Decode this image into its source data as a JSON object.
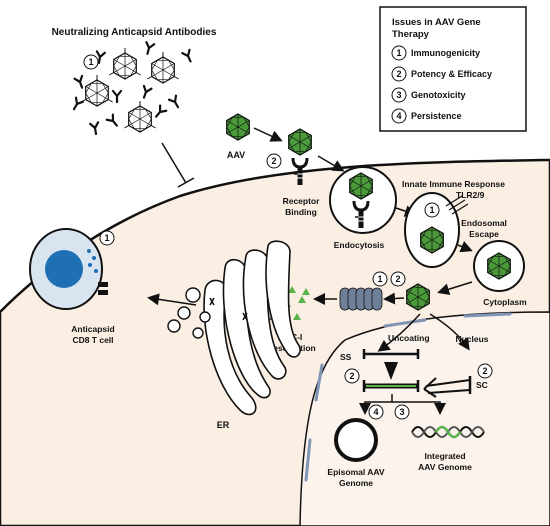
{
  "title": "Neutralizing Anticapsid Antibodies",
  "legend": {
    "heading_line1": "Issues in AAV Gene",
    "heading_line2": "Therapy",
    "items": [
      {
        "num": "1",
        "label": "Immunogenicity"
      },
      {
        "num": "2",
        "label": "Potency & Efficacy"
      },
      {
        "num": "3",
        "label": "Genotoxicity"
      },
      {
        "num": "4",
        "label": "Persistence"
      }
    ]
  },
  "labels": {
    "aav": "AAV",
    "receptor_binding_1": "Receptor",
    "receptor_binding_2": "Binding",
    "endocytosis": "Endocytosis",
    "innate_1": "Innate Immune Response",
    "innate_2": "TLR2/9",
    "endosomal_1": "Endosomal",
    "endosomal_2": "Escape",
    "cytoplasm": "Cytoplasm",
    "uncoating": "Uncoating",
    "nucleus": "Nucleus",
    "ss": "SS",
    "sc": "SC",
    "episomal_1": "Episomal AAV",
    "episomal_2": "Genome",
    "integrated_1": "Integrated",
    "integrated_2": "AAV Genome",
    "mhc_1": "MHC-I",
    "mhc_2": "Presentation",
    "er": "ER",
    "tcell_1": "Anticapsid",
    "tcell_2": "CD8 T cell"
  },
  "markers": {
    "antibody_region": "1",
    "receptor": "2",
    "innate": "1",
    "proteasome_a": "1",
    "proteasome_b": "2",
    "tcell": "1",
    "ss_conversion": "2",
    "sc_conversion": "2",
    "episomal": "4",
    "integrated": "3"
  },
  "colors": {
    "capsid_green": "#4a9a3a",
    "cell_fill": "#fbeee3",
    "nucleus_fill": "#fbf3ec",
    "tcell_nucleus": "#1f6fb5",
    "proteasome": "#6e7f98",
    "dna_green": "#59b346"
  }
}
